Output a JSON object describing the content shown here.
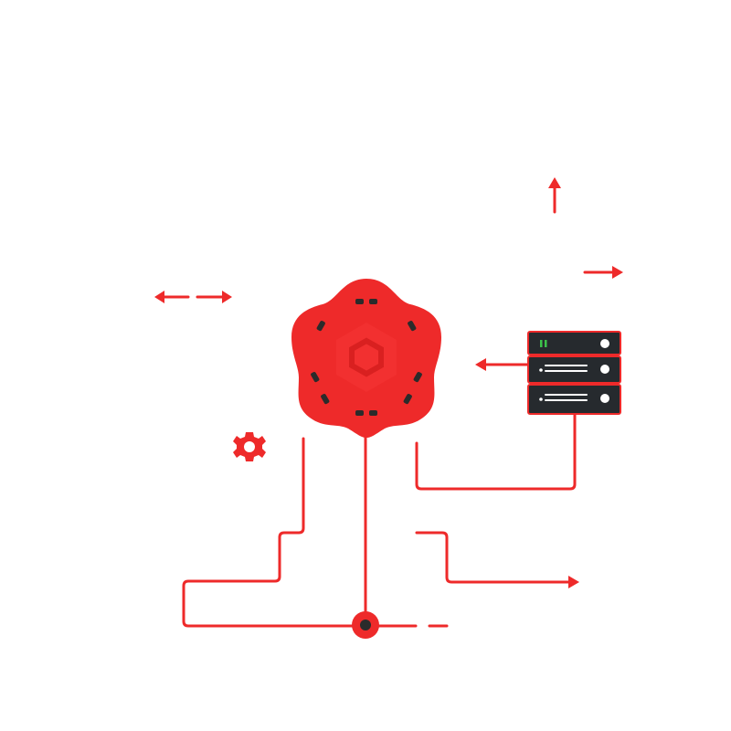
{
  "colors": {
    "accent": "#ee2a2a",
    "accent_dark": "#d92020",
    "hub_inner": "#f23030",
    "server_body": "#262a2e",
    "server_border": "#ee2a2a",
    "led_green": "#3cc24a",
    "line_white": "#ffffff",
    "pin": "#2b2b2b",
    "background": "#ffffff"
  },
  "icons": {
    "hub": "gear-hub-icon",
    "small_gear": "small-gear-icon",
    "server": "server-rack-icon",
    "node": "junction-node-icon"
  },
  "server": {
    "units": [
      {
        "id": "unit-1",
        "led": "green"
      },
      {
        "id": "unit-2",
        "led": "lines"
      },
      {
        "id": "unit-3",
        "led": "lines"
      }
    ]
  }
}
